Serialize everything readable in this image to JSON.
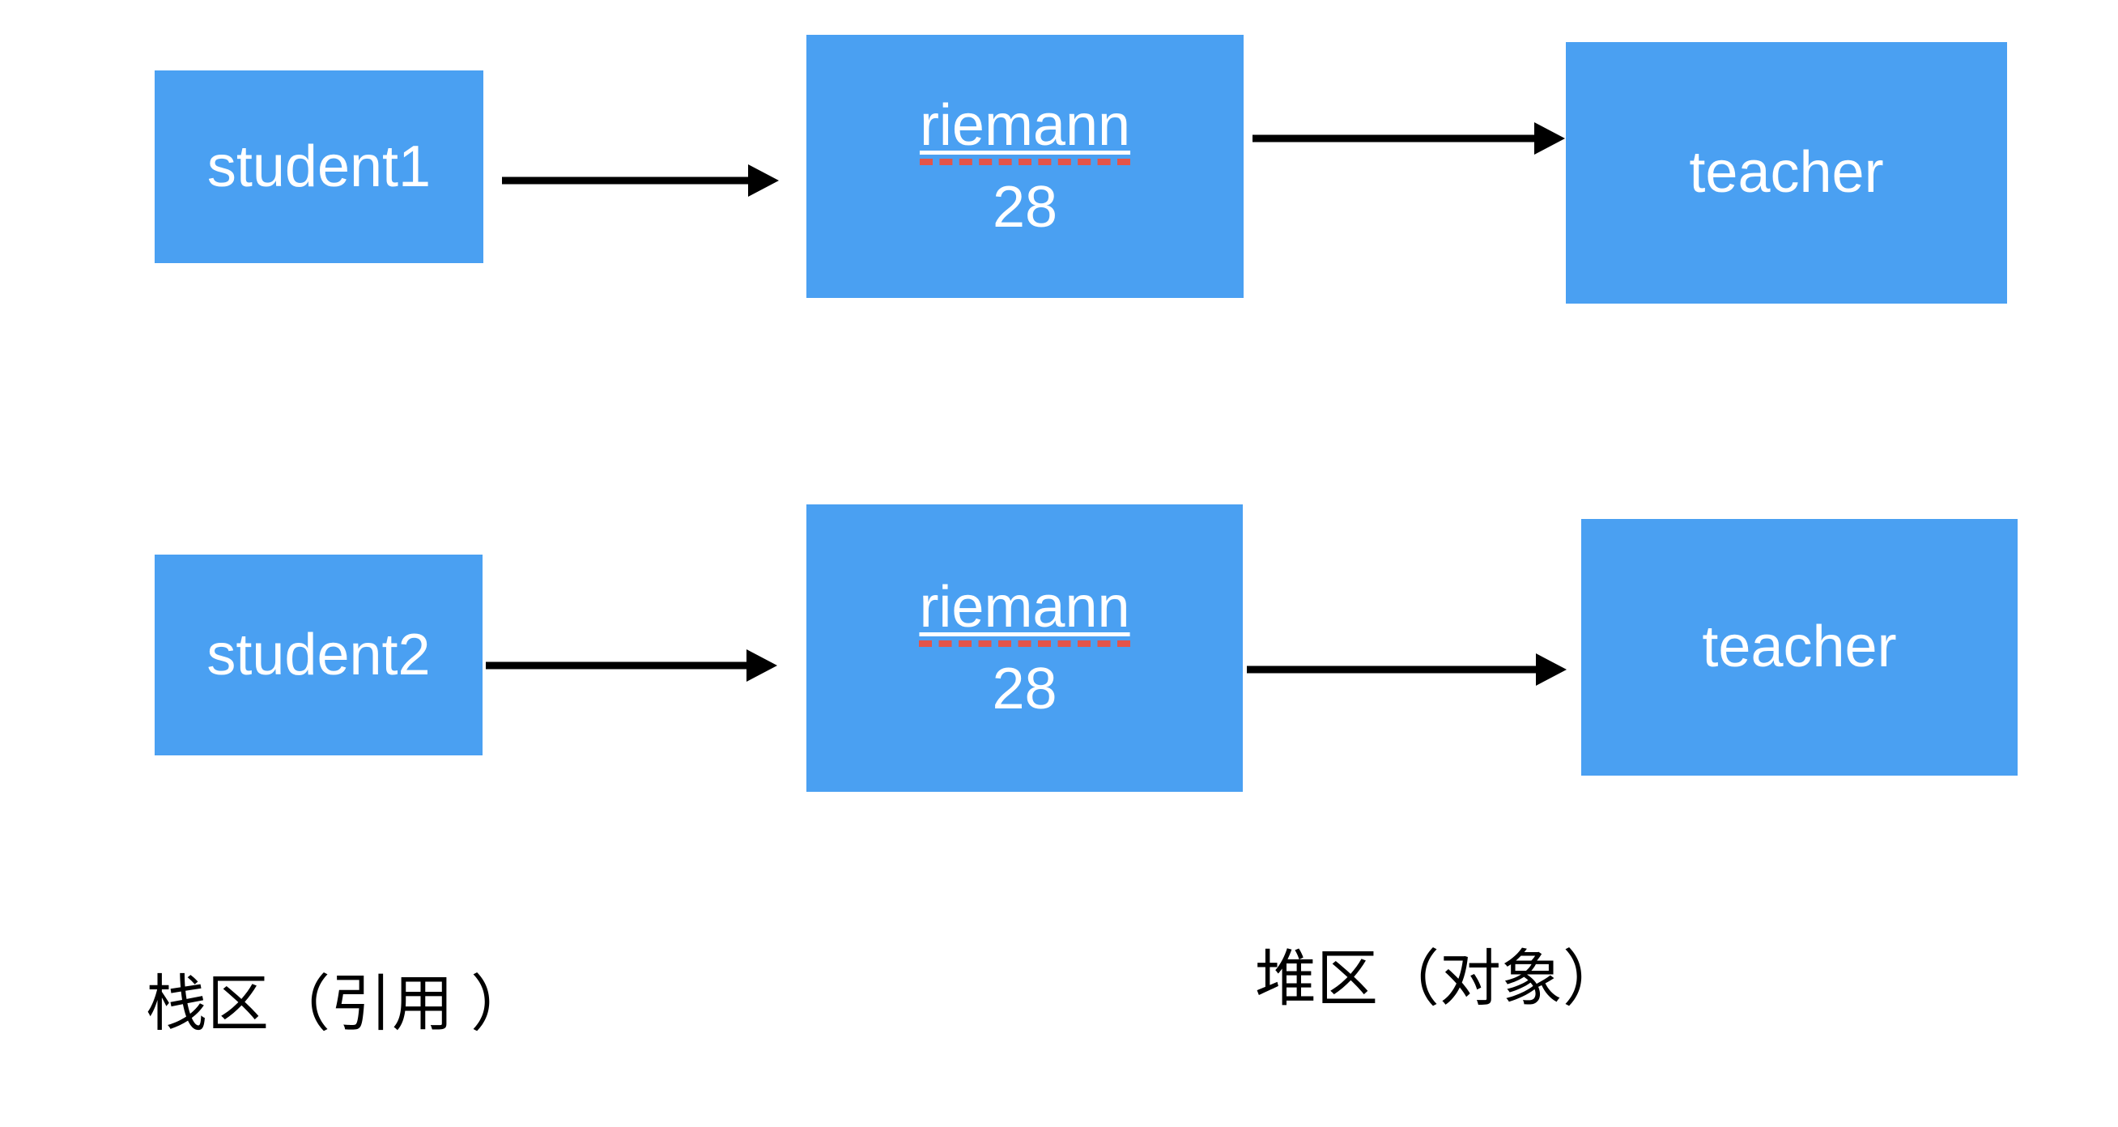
{
  "colors": {
    "box_blue": "#4AA0F2",
    "spell_underline_red": "#E45449",
    "arrow_black": "#000000",
    "box_text_white": "#FFFFFF",
    "caption_text_black": "#000000"
  },
  "rows": [
    {
      "stack_box": {
        "label": "student1"
      },
      "object_box": {
        "name": "riemann",
        "age": "28"
      },
      "target_box": {
        "label": "teacher"
      }
    },
    {
      "stack_box": {
        "label": "student2"
      },
      "object_box": {
        "name": "riemann",
        "age": "28"
      },
      "target_box": {
        "label": "teacher"
      }
    }
  ],
  "connections": [
    {
      "from": "student1",
      "to": "riemann-28-row1"
    },
    {
      "from": "riemann-28-row1",
      "to": "teacher-row1"
    },
    {
      "from": "student2",
      "to": "riemann-28-row2"
    },
    {
      "from": "riemann-28-row2",
      "to": "teacher-row2"
    }
  ],
  "captions": {
    "stack": "栈区（引用 ）",
    "heap": "堆区（对象）"
  }
}
